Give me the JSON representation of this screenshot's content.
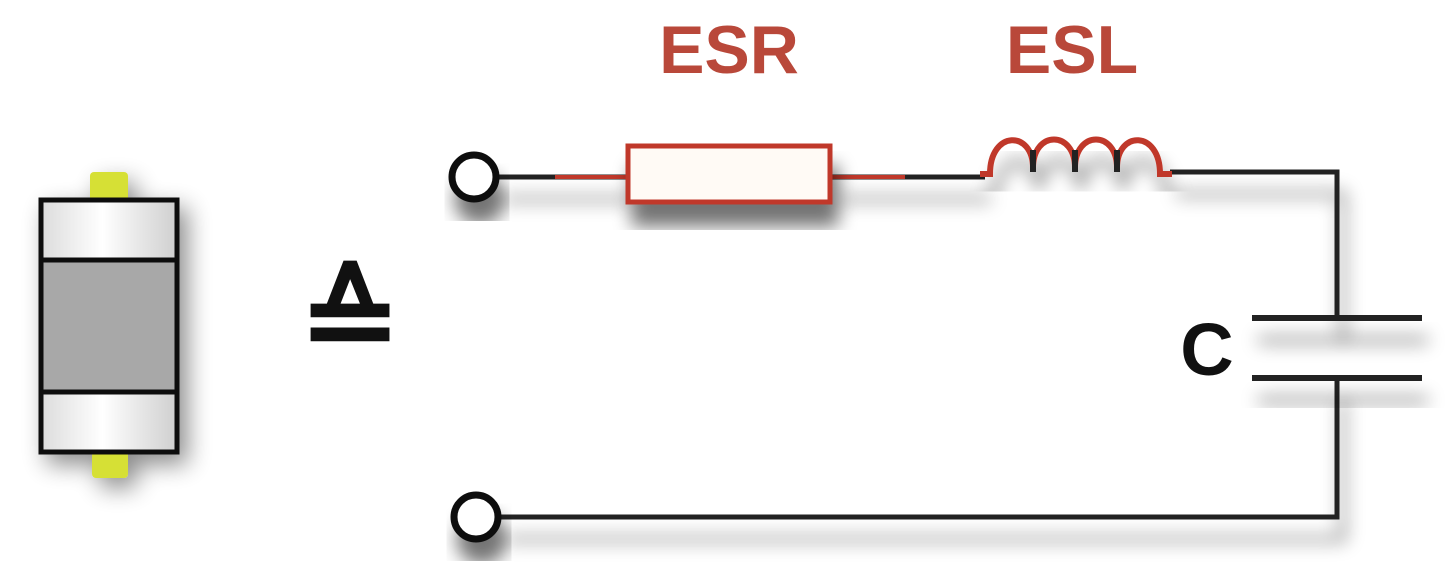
{
  "labels": {
    "esr": "ESR",
    "esl": "ESL",
    "capacitor": "C",
    "equivalence": "≙"
  },
  "colors": {
    "wire": "#222222",
    "esr_accent": "#c0392b",
    "esl_accent": "#c0392b",
    "label_accent": "#b9483a",
    "cap_end": "#f2f2f2",
    "cap_body": "#a8a8a8",
    "cap_lead": "#d6e034"
  },
  "icons": {
    "component": "smd-capacitor-icon",
    "equivalence": "corresponds-to-symbol",
    "terminal": "terminal-circle-icon"
  }
}
